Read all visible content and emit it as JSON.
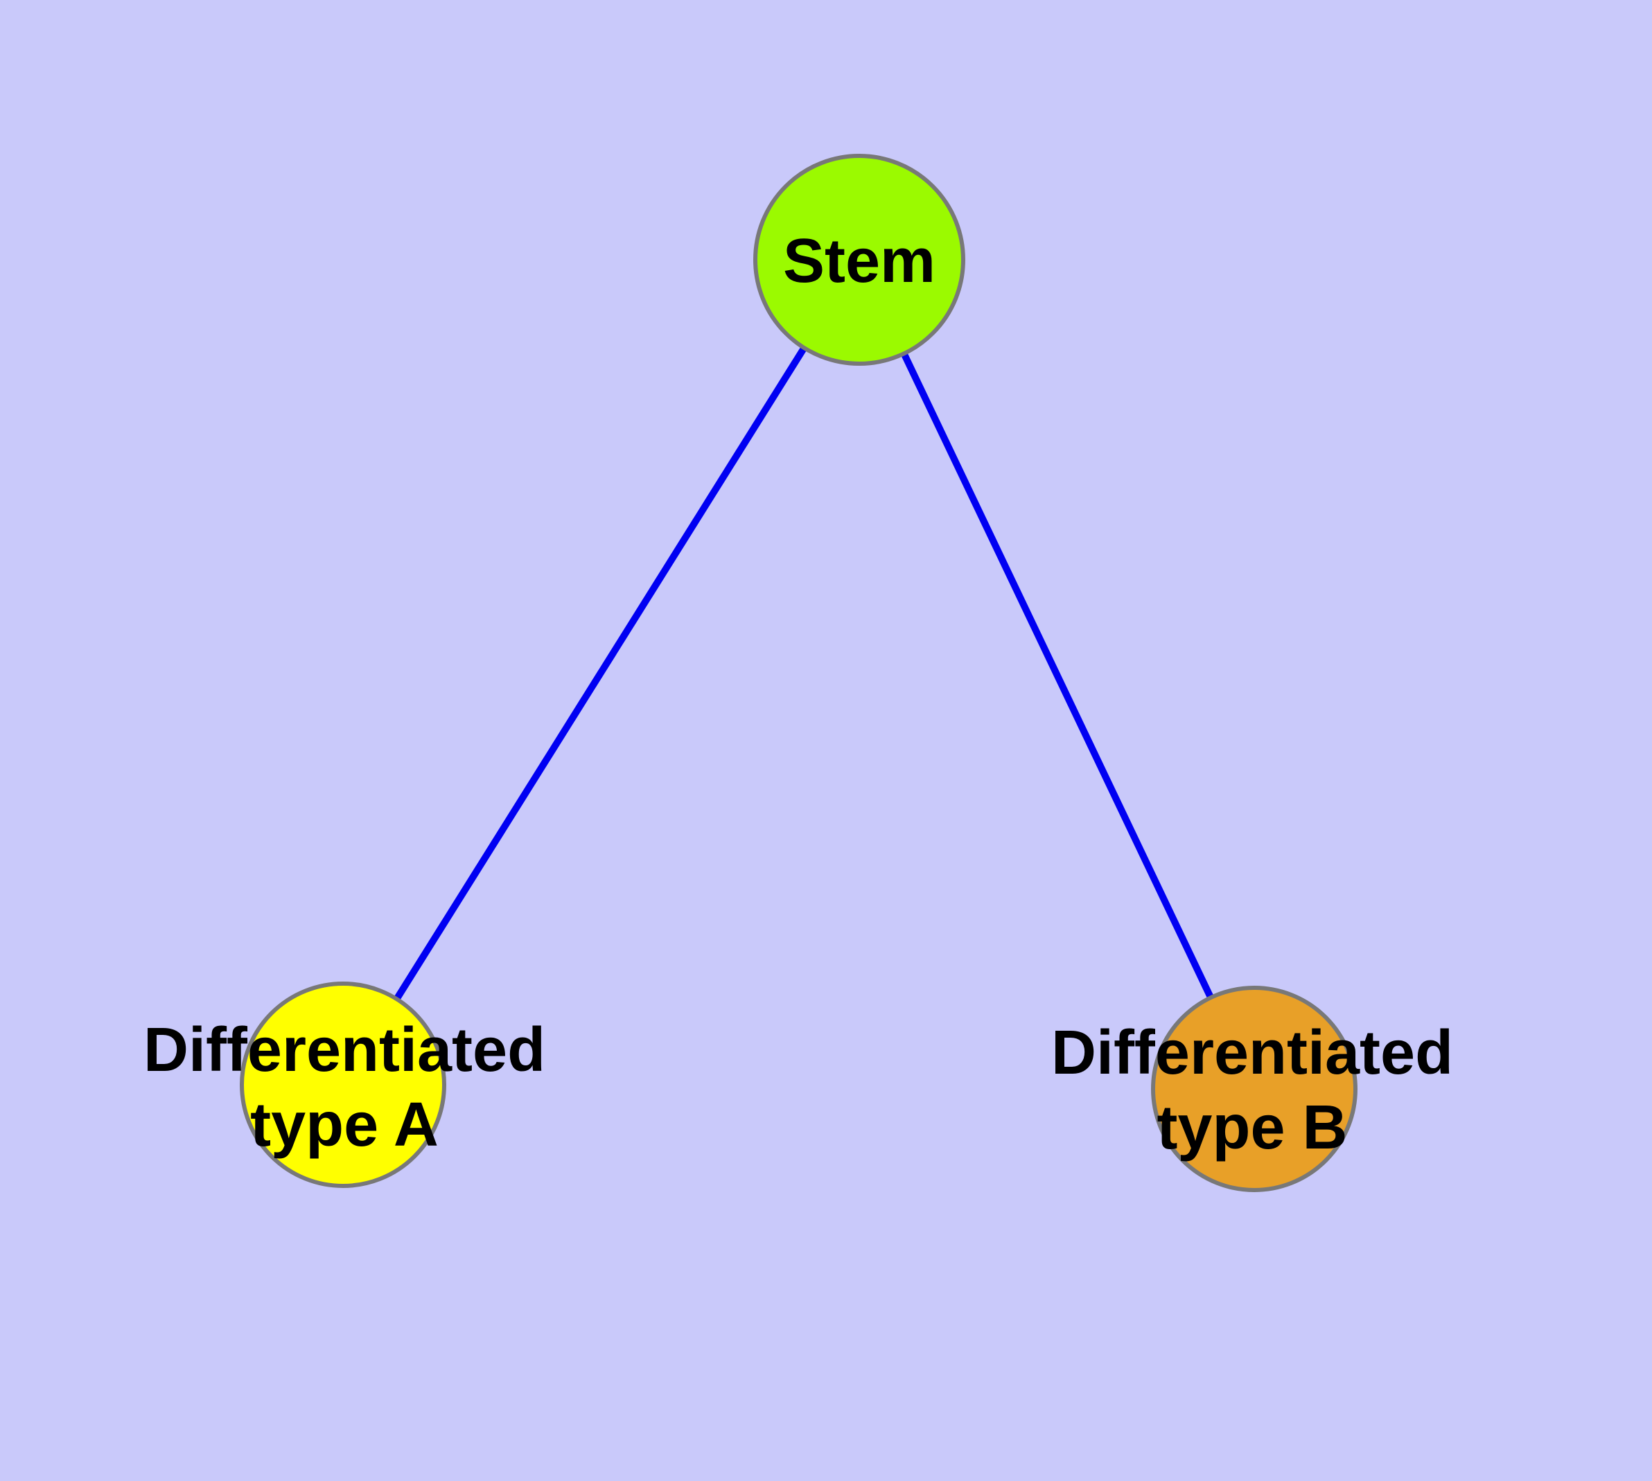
{
  "figure": {
    "type": "node-link-diagram",
    "background_color": "#C9C9FA",
    "edge_color": "#0000F2",
    "node_border_color": "#787878",
    "label_color": "#000000",
    "nodes": [
      {
        "id": "stem",
        "label": "Stem",
        "fill_color": "#9BFA00"
      },
      {
        "id": "differentiated-type-a",
        "label_line1": "Differentiated",
        "label_line2": "type A",
        "fill_color": "#FFFF00"
      },
      {
        "id": "differentiated-type-b",
        "label_line1": "Differentiated",
        "label_line2": "type B",
        "fill_color": "#E8A028"
      }
    ],
    "edges": [
      {
        "from": "Stem",
        "to": "Differentiated type A"
      },
      {
        "from": "Stem",
        "to": "Differentiated type B"
      }
    ]
  }
}
